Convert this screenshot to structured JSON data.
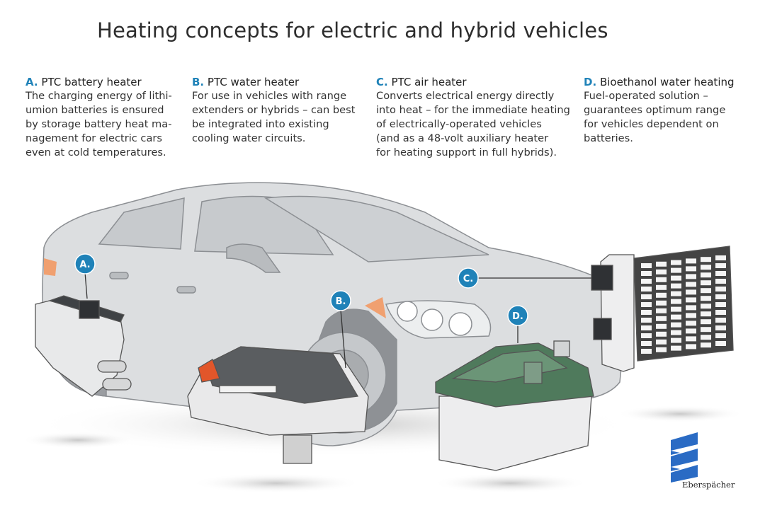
{
  "title": "Heating concepts for electric and hybrid vehicles",
  "sections": [
    {
      "letter": "A.",
      "heading": "PTC battery heater",
      "lines": [
        "The charging energy of lithi-",
        "umion batteries is ensured",
        "by storage battery heat ma-",
        "nagement for electric cars",
        "even at cold temperatures."
      ]
    },
    {
      "letter": "B.",
      "heading": "PTC water heater",
      "lines": [
        "For use in vehicles with range",
        "extenders or hybrids – can best",
        "be integrated into existing",
        "cooling water circuits."
      ]
    },
    {
      "letter": "C.",
      "heading": "PTC air heater",
      "lines": [
        "Converts electrical energy directly",
        "into heat – for the immediate heating",
        "of electrically-operated vehicles",
        "(and as a 48-volt auxiliary heater",
        "for heating support in full hybrids)."
      ]
    },
    {
      "letter": "D.",
      "heading": "Bioethanol water heating",
      "lines": [
        "Fuel-operated solution –",
        "guarantees optimum range",
        "for vehicles dependent on",
        "batteries."
      ]
    }
  ],
  "badges": [
    "A.",
    "B.",
    "C.",
    "D."
  ],
  "logo": "Eberspächer",
  "colors": {
    "accent": "#1f82b8",
    "car": "#d9dbdd",
    "logo_blue": "#2a6bc4",
    "tank_green": "#4f7a5c"
  }
}
